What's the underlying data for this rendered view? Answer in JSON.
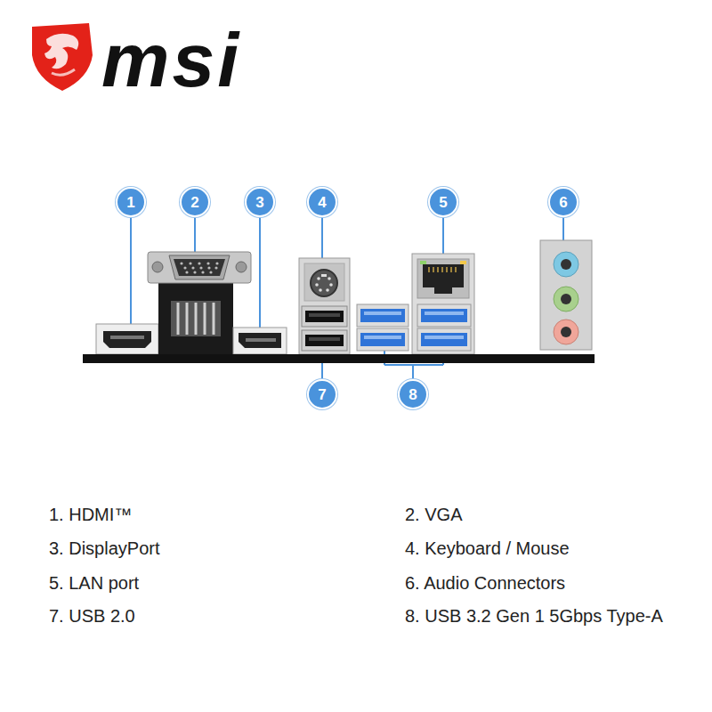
{
  "diagram": {
    "labels": [
      "msi",
      "1",
      "2",
      "3",
      "4",
      "5",
      "6",
      "7",
      "8",
      "1. HDMI™",
      "2. VGA",
      "3. DisplayPort",
      "4. Keyboard / Mouse",
      "5. LAN port",
      "6. Audio Connectors",
      "7. USB 2.0",
      "8. USB 3.2 Gen 1 5Gbps Type-A"
    ]
  }
}
